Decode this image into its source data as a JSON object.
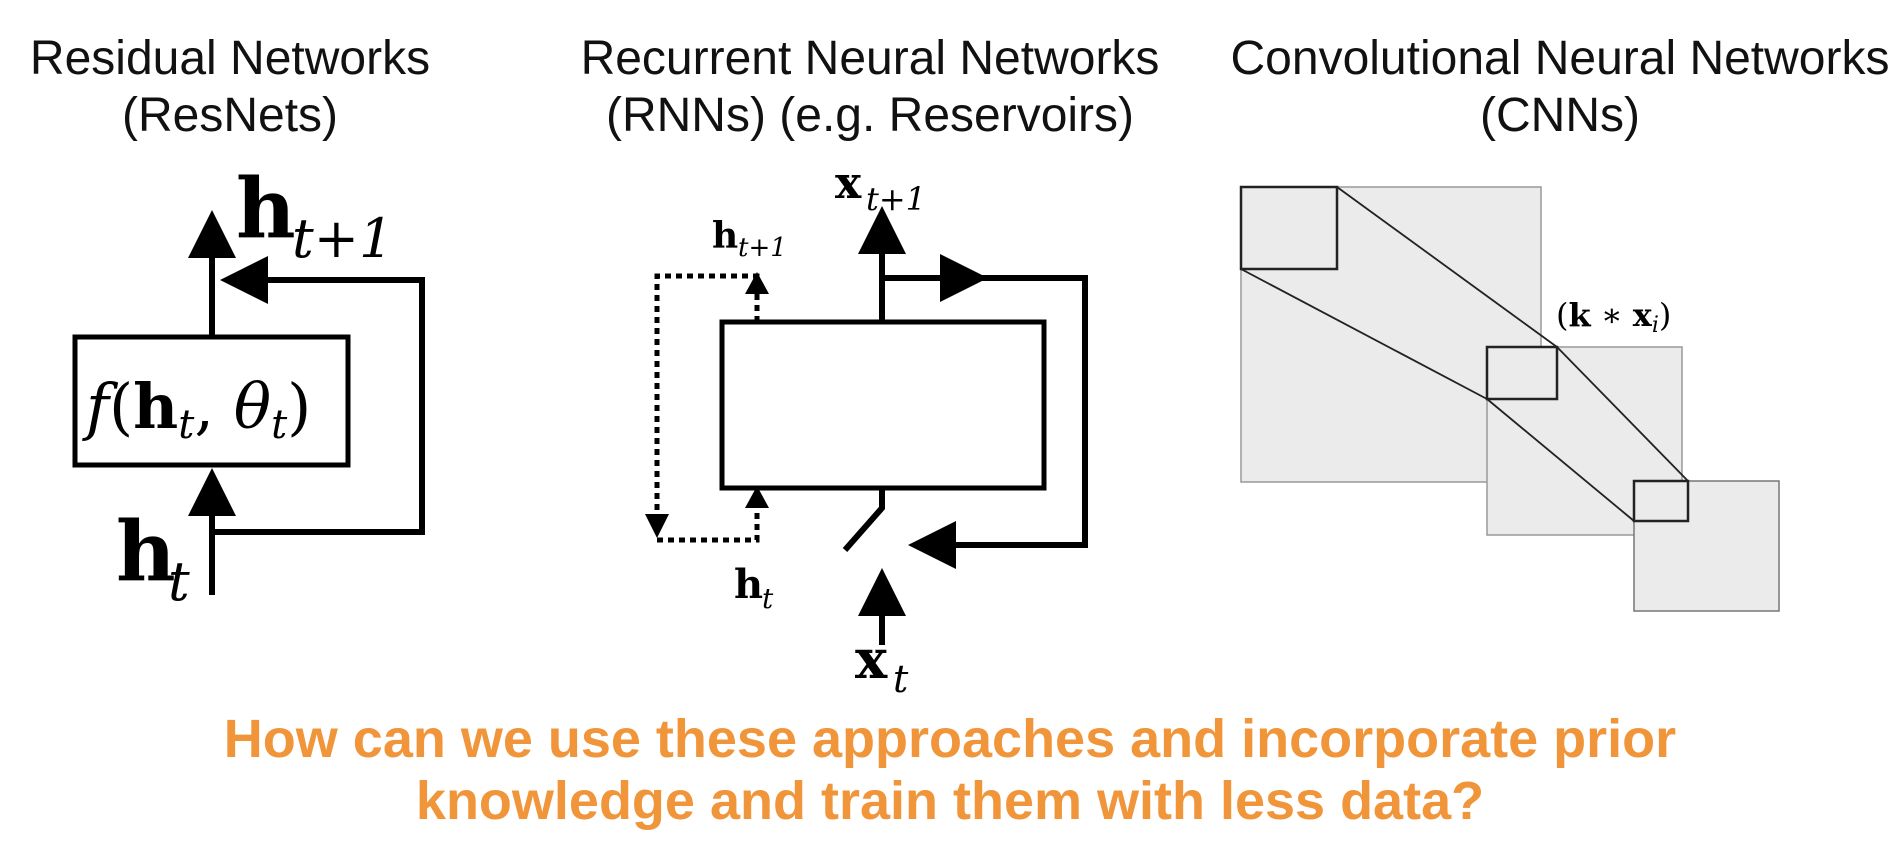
{
  "headings": {
    "resnet": {
      "line1": "Residual Networks",
      "line2": "(ResNets)"
    },
    "rnn": {
      "line1": "Recurrent Neural Networks",
      "line2": "(RNNs) (e.g. Reservoirs)"
    },
    "cnn": {
      "line1": "Convolutional Neural Networks",
      "line2": "(CNNs)"
    }
  },
  "resnet_diagram": {
    "top_label": "h",
    "top_sub": "t+1",
    "block_f": "f",
    "block_open": "(",
    "block_h": "h",
    "block_sub1": "t",
    "block_comma": ", ",
    "block_theta": "θ",
    "block_sub2": "t",
    "block_close": ")",
    "bottom_label": "h",
    "bottom_sub": "t"
  },
  "rnn_diagram": {
    "out_label": "x",
    "out_sub": "t+1",
    "state_next": "h",
    "state_next_sub": "t+1",
    "state_cur": "h",
    "state_cur_sub": "t",
    "in_label": "x",
    "in_sub": "t"
  },
  "cnn_diagram": {
    "conv_open": "(",
    "conv_k": "k",
    "conv_op": " ∗ ",
    "conv_x": "x",
    "conv_sub": "i",
    "conv_close": ")"
  },
  "question": {
    "line1": "How can we use these approaches and incorporate prior",
    "line2": "knowledge and train them with less data?"
  },
  "colors": {
    "accent": "#f0953a",
    "panel_fill": "#ebebeb"
  }
}
